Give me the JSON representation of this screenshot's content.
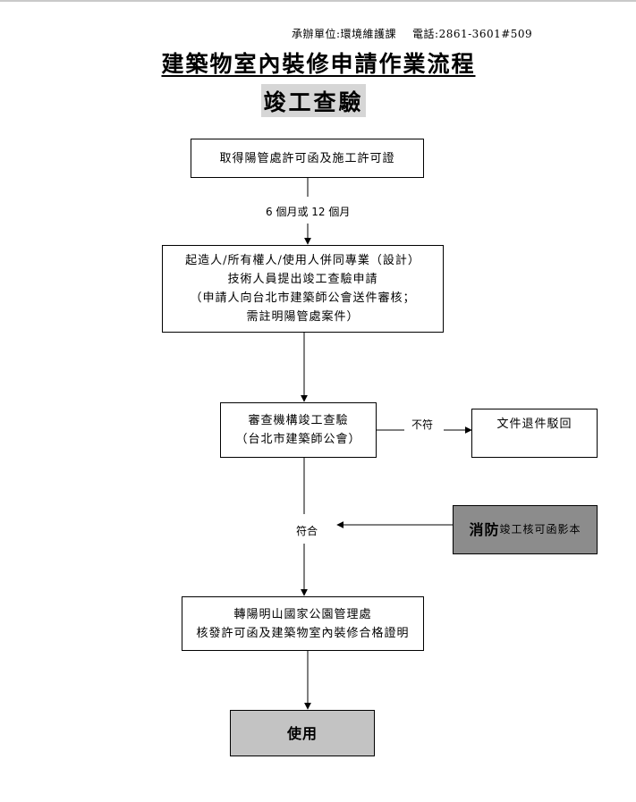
{
  "header": {
    "contact_unit": "承辦單位:環境維護課",
    "contact_phone": "電話:2861-3601#509",
    "title": "建築物室內裝修申請作業流程",
    "subtitle": "竣工查驗"
  },
  "flow": {
    "step1": "取得陽管處許可函及施工許可證",
    "edge1": "6 個月或 12 個月",
    "step2_l1": "起造人/所有權人/使用人併同專業（設計）",
    "step2_l2": "技術人員提出竣工查驗申請",
    "step2_l3": "（申請人向台北市建築師公會送件審核；",
    "step2_l4": "需註明陽管處案件）",
    "step3_l1": "審查機構竣工查驗",
    "step3_l2": "（台北市建築師公會）",
    "reject_label": "不符",
    "reject_box": "文件退件駁回",
    "pass_label": "符合",
    "fire_bold": "消防",
    "fire_rest": "竣工核可函影本",
    "step4_l1": "轉陽明山國家公園管理處",
    "step4_l2": "核發許可函及建築物室內裝修合格證明",
    "final": "使用"
  }
}
